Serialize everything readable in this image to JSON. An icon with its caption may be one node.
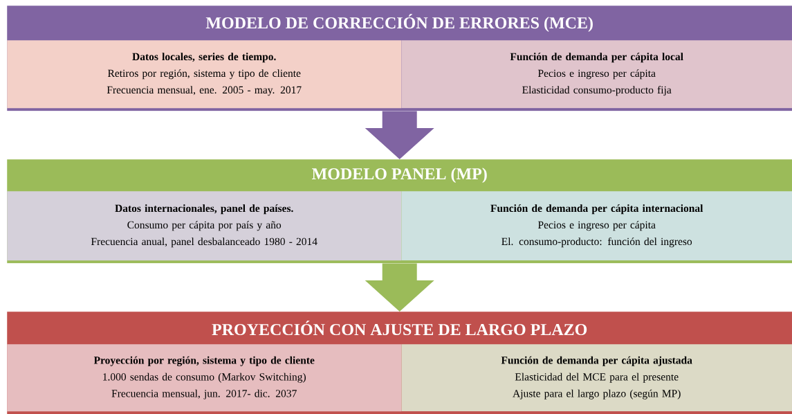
{
  "diagram": {
    "nodes": [
      {
        "text": [
          "MODELO DE CORRECCIÓN DE ERRORES (MCE)"
        ]
      },
      {
        "text": [
          "Datos locales, series de tiempo.",
          "Retiros por región, sistema y tipo de cliente",
          "Frecuencia mensual, ene. 2005 - may. 2017"
        ],
        "in": 0
      },
      {
        "text": [
          "Función de demanda per cápita local",
          "Pecios e ingreso per cápita",
          "Elasticidad consumo-producto fija"
        ],
        "in": 0
      },
      {
        "text": [
          "MODELO PANEL (MP)"
        ]
      },
      {
        "text": [
          "Datos internacionales, panel de países.",
          "Consumo per cápita por país y año",
          "Frecuencia anual, panel desbalanceado 1980 - 2014"
        ],
        "in": 3
      },
      {
        "text": [
          "Función de demanda per cápita internacional",
          "Pecios e ingreso per cápita",
          "El. consumo-producto: función del ingreso"
        ],
        "in": 3
      },
      {
        "text": [
          "PROYECCIÓN CON AJUSTE DE LARGO PLAZO"
        ]
      },
      {
        "text": [
          "Proyección por región, sistema y tipo de cliente",
          "1.000 sendas de consumo (Markov Switching)",
          "Frecuencia mensual, jun. 2017- dic. 2037"
        ],
        "in": 6
      },
      {
        "text": [
          "Función de demanda per cápita ajustada",
          "Elasticidad del MCE para el presente",
          "Ajuste para el largo plazo (según MP)"
        ],
        "in": 6
      }
    ],
    "edges": [
      {
        "from": 0,
        "to": 3,
        "arrow": "to",
        "color": "#8064a2"
      },
      {
        "from": 3,
        "to": 6,
        "arrow": "to",
        "color": "#9bbb59"
      }
    ]
  }
}
